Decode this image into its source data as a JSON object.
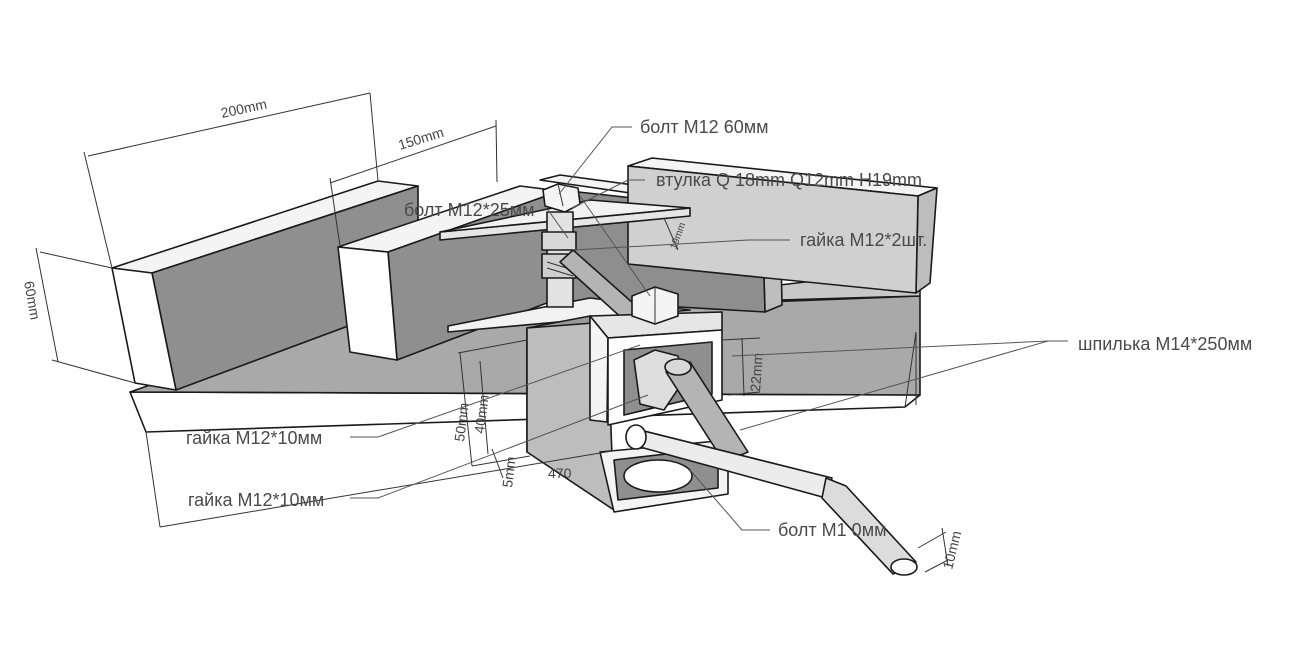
{
  "callouts": {
    "bolt_m12_60": "болт М12 60мм",
    "sleeve": "втулка Q 18mm Q12mm  H19mm",
    "bolt_m12_25": "болт М12*25мм",
    "nut_m12_2pcs": "гайка М12*2шт.",
    "stud_m14_250": "шпилька М14*250мм",
    "nut_m12_10_a": "гайка М12*10мм",
    "nut_m12_10_b": "гайка М12*10мм",
    "bolt_m1x_bottom": "болт М1  0мм"
  },
  "dimensions": {
    "d200": "200mm",
    "d150": "150mm",
    "d60": "60mm",
    "d50": "50mm",
    "d40": "40mm",
    "d5": "5mm",
    "d470": "470",
    "d22": "22mm",
    "d10": "10mm",
    "d19": "19mm"
  },
  "colors": {
    "outline": "#1a1a1a",
    "face_light": "#f4f4f4",
    "face_mid": "#bdbdbd",
    "face_dark": "#8e8e8e",
    "shadow": "#a9a9a9",
    "text": "#4a4a4a"
  }
}
